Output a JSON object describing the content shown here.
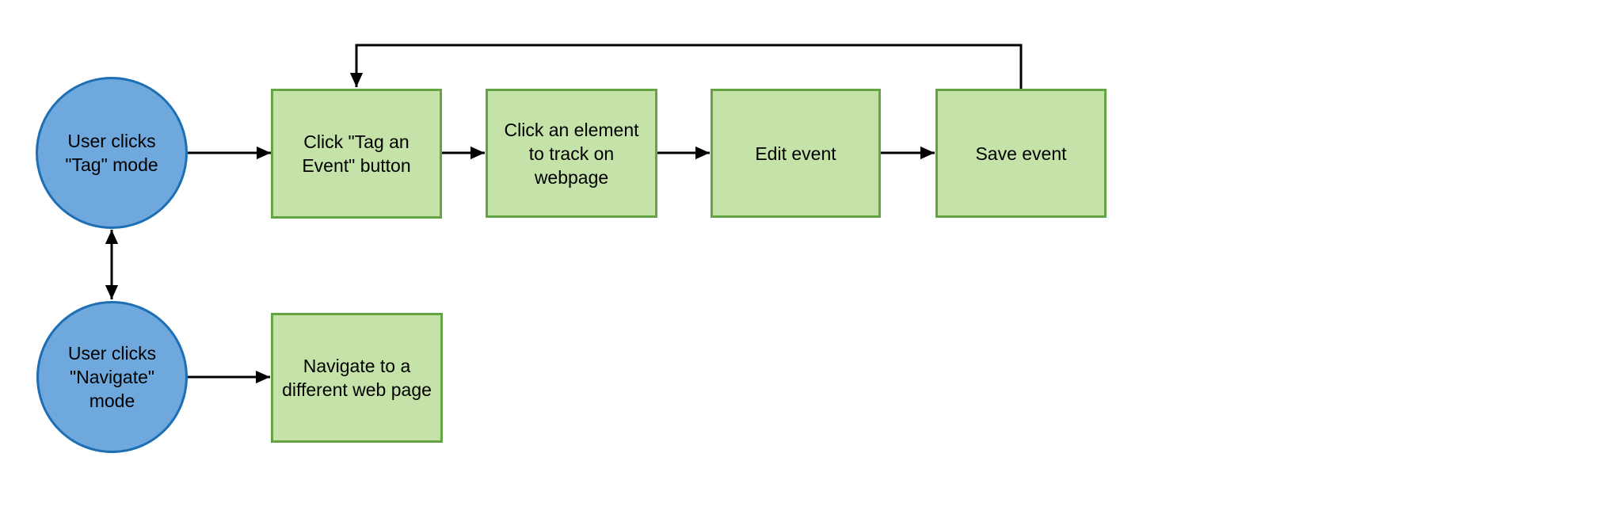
{
  "diagram": {
    "type": "flowchart",
    "background": "#ffffff",
    "colors": {
      "process_fill": "#c5e3a9",
      "process_stroke": "#65a444",
      "start_fill": "#6fa8dc",
      "start_stroke": "#1d6fb5",
      "connector": "#000000",
      "text": "#000000"
    },
    "nodes": [
      {
        "id": "tag-mode",
        "shape": "circle",
        "label": "User clicks\n\"Tag\" mode"
      },
      {
        "id": "navigate-mode",
        "shape": "circle",
        "label": "User clicks\n\"Navigate\"\nmode"
      },
      {
        "id": "click-tag-event",
        "shape": "rect",
        "label": "Click \"Tag an\nEvent\" button"
      },
      {
        "id": "click-element",
        "shape": "rect",
        "label": "Click an element\nto track on\nwebpage"
      },
      {
        "id": "edit-event",
        "shape": "rect",
        "label": "Edit event"
      },
      {
        "id": "save-event",
        "shape": "rect",
        "label": "Save event"
      },
      {
        "id": "navigate-page",
        "shape": "rect",
        "label": "Navigate to a\ndifferent web page"
      }
    ],
    "edges": [
      {
        "from": "tag-mode",
        "to": "click-tag-event",
        "style": "arrow"
      },
      {
        "from": "click-tag-event",
        "to": "click-element",
        "style": "arrow"
      },
      {
        "from": "click-element",
        "to": "edit-event",
        "style": "arrow"
      },
      {
        "from": "edit-event",
        "to": "save-event",
        "style": "arrow"
      },
      {
        "from": "save-event",
        "to": "click-tag-event",
        "style": "arrow-loop-back"
      },
      {
        "from": "tag-mode",
        "to": "navigate-mode",
        "style": "double-arrow"
      },
      {
        "from": "navigate-mode",
        "to": "navigate-page",
        "style": "arrow"
      }
    ]
  }
}
